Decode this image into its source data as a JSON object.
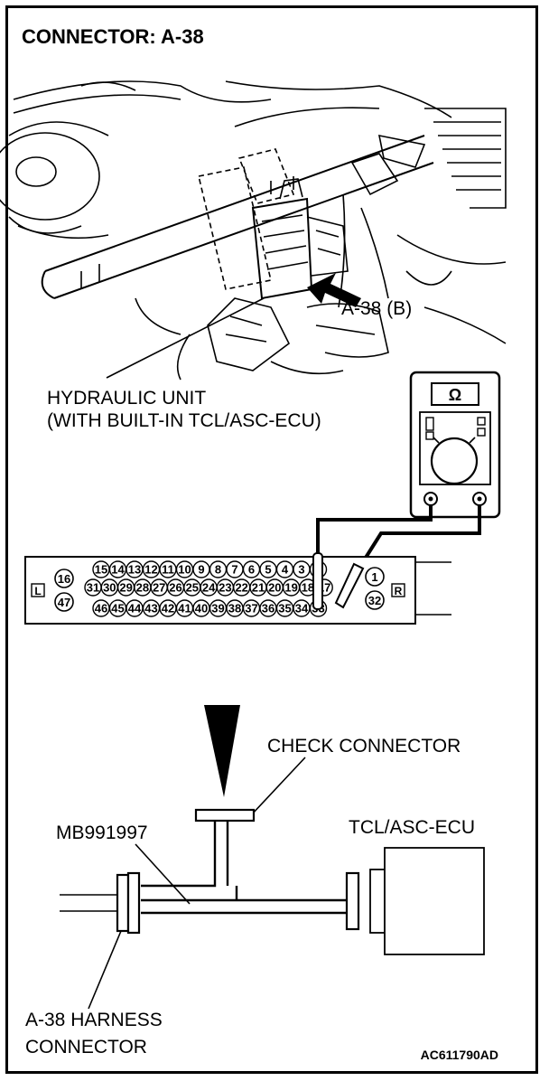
{
  "title": "CONNECTOR: A-38",
  "photo": {
    "arrow_label": "A-38 (B)",
    "unit_label_line1": "HYDRAULIC UNIT",
    "unit_label_line2": "(WITH BUILT-IN TCL/ASC-ECU)"
  },
  "meter": {
    "symbol": "Ω"
  },
  "connector": {
    "left_tag": "L",
    "right_tag": "R",
    "row1_left": "16",
    "row2_left": "47",
    "row1_right": "1",
    "row2_right": "32",
    "row1_pins": [
      "15",
      "14",
      "13",
      "12",
      "11",
      "10",
      "9",
      "8",
      "7",
      "6",
      "5",
      "4",
      "3",
      "2"
    ],
    "row2_pins": [
      "31",
      "30",
      "29",
      "28",
      "27",
      "26",
      "25",
      "24",
      "23",
      "22",
      "21",
      "20",
      "19",
      "18",
      "17"
    ],
    "row3_pins": [
      "46",
      "45",
      "44",
      "43",
      "42",
      "41",
      "40",
      "39",
      "38",
      "37",
      "36",
      "35",
      "34",
      "33"
    ]
  },
  "harness": {
    "check_connector": "CHECK CONNECTOR",
    "adapter": "MB991997",
    "ecu": "TCL/ASC-ECU",
    "harness_line1": "A-38 HARNESS",
    "harness_line2": "CONNECTOR"
  },
  "figure_code": "AC611790AD"
}
